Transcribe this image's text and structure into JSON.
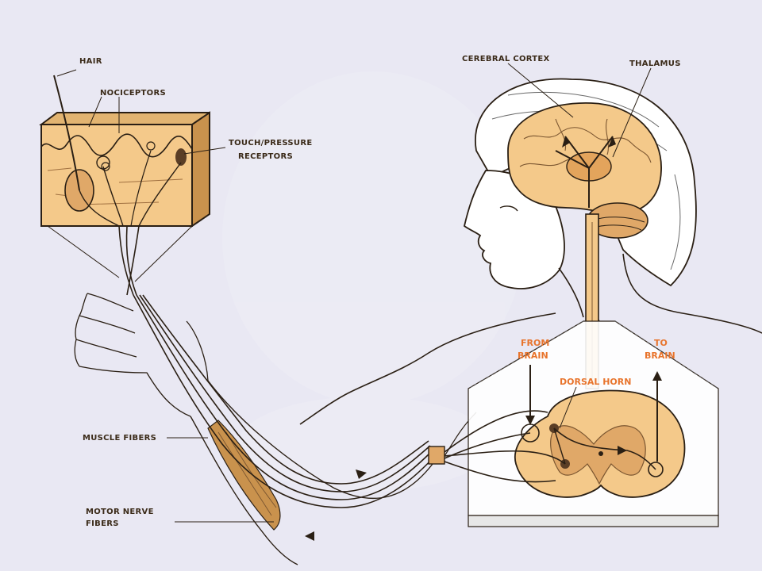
{
  "labels": {
    "hair": "HAIR",
    "nociceptors": "NOCICEPTORS",
    "touch_pressure_line1": "TOUCH/PRESSURE",
    "touch_pressure_line2": "RECEPTORS",
    "cerebral_cortex": "CEREBRAL CORTEX",
    "thalamus": "THALAMUS",
    "from_brain_line1": "FROM",
    "from_brain_line2": "BRAIN",
    "to_brain_line1": "TO",
    "to_brain_line2": "BRAIN",
    "dorsal_horn": "DORSAL HORN",
    "muscle_fibers": "MUSCLE FIBERS",
    "motor_nerve_line1": "MOTOR NERVE",
    "motor_nerve_line2": "FIBERS"
  },
  "colors": {
    "background": "#e9e8f3",
    "tissue": "#f4c98a",
    "ink": "#2a1f14",
    "accent_label": "#e8742c"
  }
}
